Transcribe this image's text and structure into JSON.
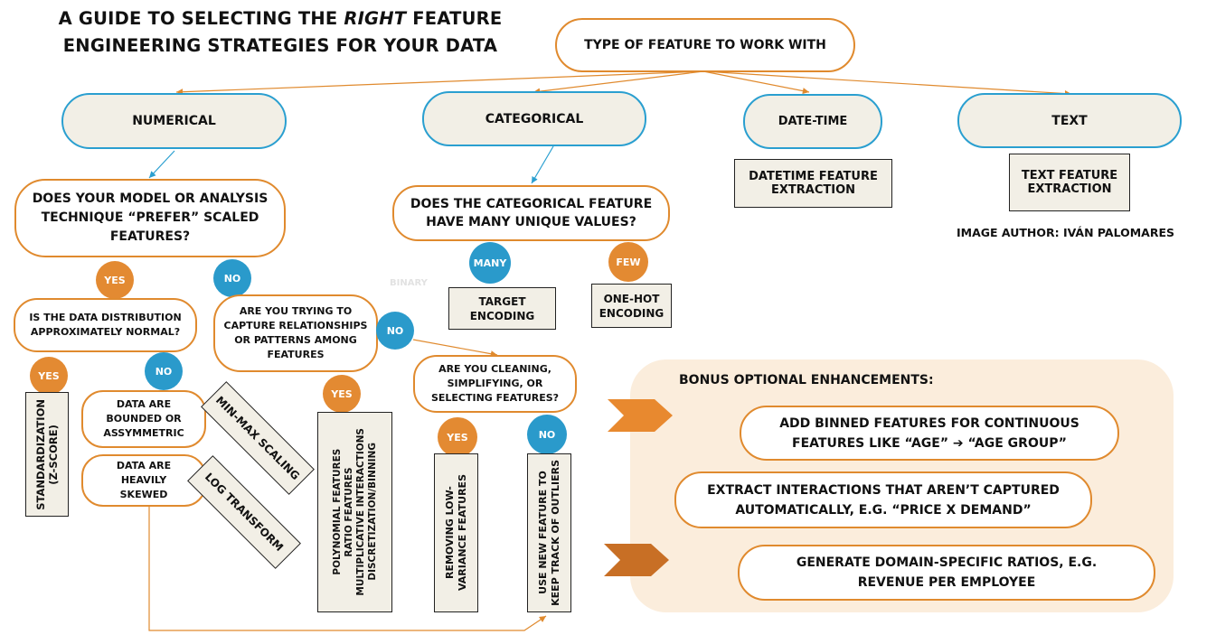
{
  "title": {
    "line1_a": "A GUIDE TO SELECTING THE ",
    "line1_em": "RIGHT",
    "line1_b": " FEATURE",
    "line2": "ENGINEERING STRATEGIES FOR YOUR DATA"
  },
  "root": "TYPE OF FEATURE TO WORK WITH",
  "types": {
    "numerical": "NUMERICAL",
    "categorical": "CATEGORICAL",
    "datetime": "DATE-TIME",
    "text": "TEXT"
  },
  "datetime_box": "DATETIME FEATURE EXTRACTION",
  "text_box": "TEXT FEATURE EXTRACTION",
  "author": "IMAGE AUTHOR: IVÁN PALOMARES",
  "numerical": {
    "question": "DOES YOUR MODEL OR ANALYSIS TECHNIQUE “PREFER” SCALED FEATURES?",
    "yes": "YES",
    "no": "NO",
    "normal_question": "IS THE DATA DISTRIBUTION APPROXIMATELY NORMAL?",
    "normal_yes": "YES",
    "normal_no": "NO",
    "standardization": "STANDARDIZATION\n(Z-SCORE)",
    "bounded": "DATA ARE BOUNDED OR ASSYMMETRIC",
    "skewed": "DATA ARE HEAVILY SKEWED",
    "minmax": "MIN-MAX SCALING",
    "log": "LOG TRANSFORM",
    "relationships_question": "ARE YOU TRYING TO CAPTURE RELATIONSHIPS OR PATTERNS AMONG FEATURES",
    "rel_yes": "YES",
    "rel_no": "NO",
    "interactions": "POLYNOMIAL FEATURES\nRATIO FEATURES\nMULTIPLICATIVE INTERACTIONS\nDISCRETIZATION/BINNING",
    "cleaning_question": "ARE YOU CLEANING, SIMPLIFYING, OR SELECTING FEATURES?",
    "clean_yes": "YES",
    "clean_no": "NO",
    "low_variance": "REMOVING LOW-\nVARIANCE FEATURES",
    "outliers": "USE NEW FEATURE TO\nKEEP TRACK OF OUTLIERS"
  },
  "categorical": {
    "question": "DOES THE CATEGORICAL FEATURE HAVE MANY UNIQUE VALUES?",
    "many": "MANY",
    "few": "FEW",
    "target": "TARGET ENCODING",
    "onehot": "ONE-HOT ENCODING",
    "binary_faint": "BINARY"
  },
  "bonus": {
    "heading": "BONUS OPTIONAL ENHANCEMENTS:",
    "items": [
      "ADD BINNED FEATURES FOR CONTINUOUS FEATURES LIKE “AGE” ➔ “AGE GROUP”",
      "EXTRACT INTERACTIONS THAT AREN’T CAPTURED AUTOMATICALLY, E.G. “PRICE X DEMAND”",
      "GENERATE DOMAIN-SPECIFIC RATIOS, E.G. REVENUE PER EMPLOYEE"
    ]
  },
  "colors": {
    "orange": "#e08a2e",
    "blue": "#2a9fd0",
    "cream": "#f2efe6",
    "bonus_bg": "#fbeddc"
  }
}
